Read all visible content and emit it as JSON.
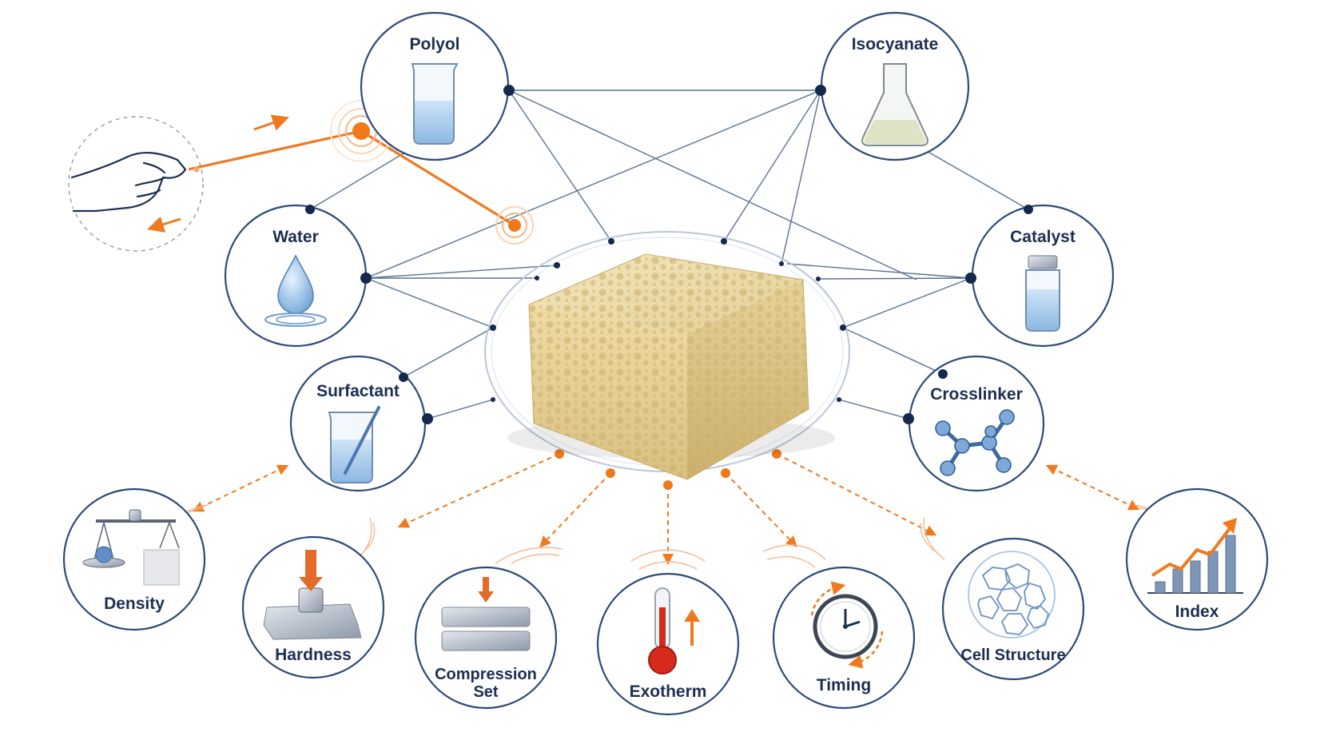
{
  "inputs": {
    "polyol": "Polyol",
    "isocyanate": "Isocyanate",
    "water": "Water",
    "catalyst": "Catalyst",
    "surfactant": "Surfactant",
    "crosslinker": "Crosslinker"
  },
  "outputs": {
    "density": "Density",
    "hardness": "Hardness",
    "compression_line1": "Compression",
    "compression_line2": "Set",
    "exotherm": "Exotherm",
    "timing": "Timing",
    "cell_structure": "Cell Structure",
    "index": "Index"
  },
  "colors": {
    "ring": "#2d4a78",
    "link": "#5a7196",
    "accent": "#f07a1a",
    "label": "#1c2f52",
    "foam": "#e9d9a8"
  },
  "icons": {
    "polyol": "beaker-icon",
    "isocyanate": "flask-icon",
    "water": "water-drop-icon",
    "catalyst": "vial-icon",
    "surfactant": "beaker-stirrer-icon",
    "crosslinker": "molecule-icon",
    "density": "balance-scale-icon",
    "hardness": "indenter-icon",
    "compression": "compression-plates-icon",
    "exotherm": "thermometer-icon",
    "timing": "clock-icon",
    "cell_structure": "cell-sphere-icon",
    "index": "bar-chart-icon",
    "hand": "hand-pulling-icon",
    "foam": "foam-block-icon"
  }
}
